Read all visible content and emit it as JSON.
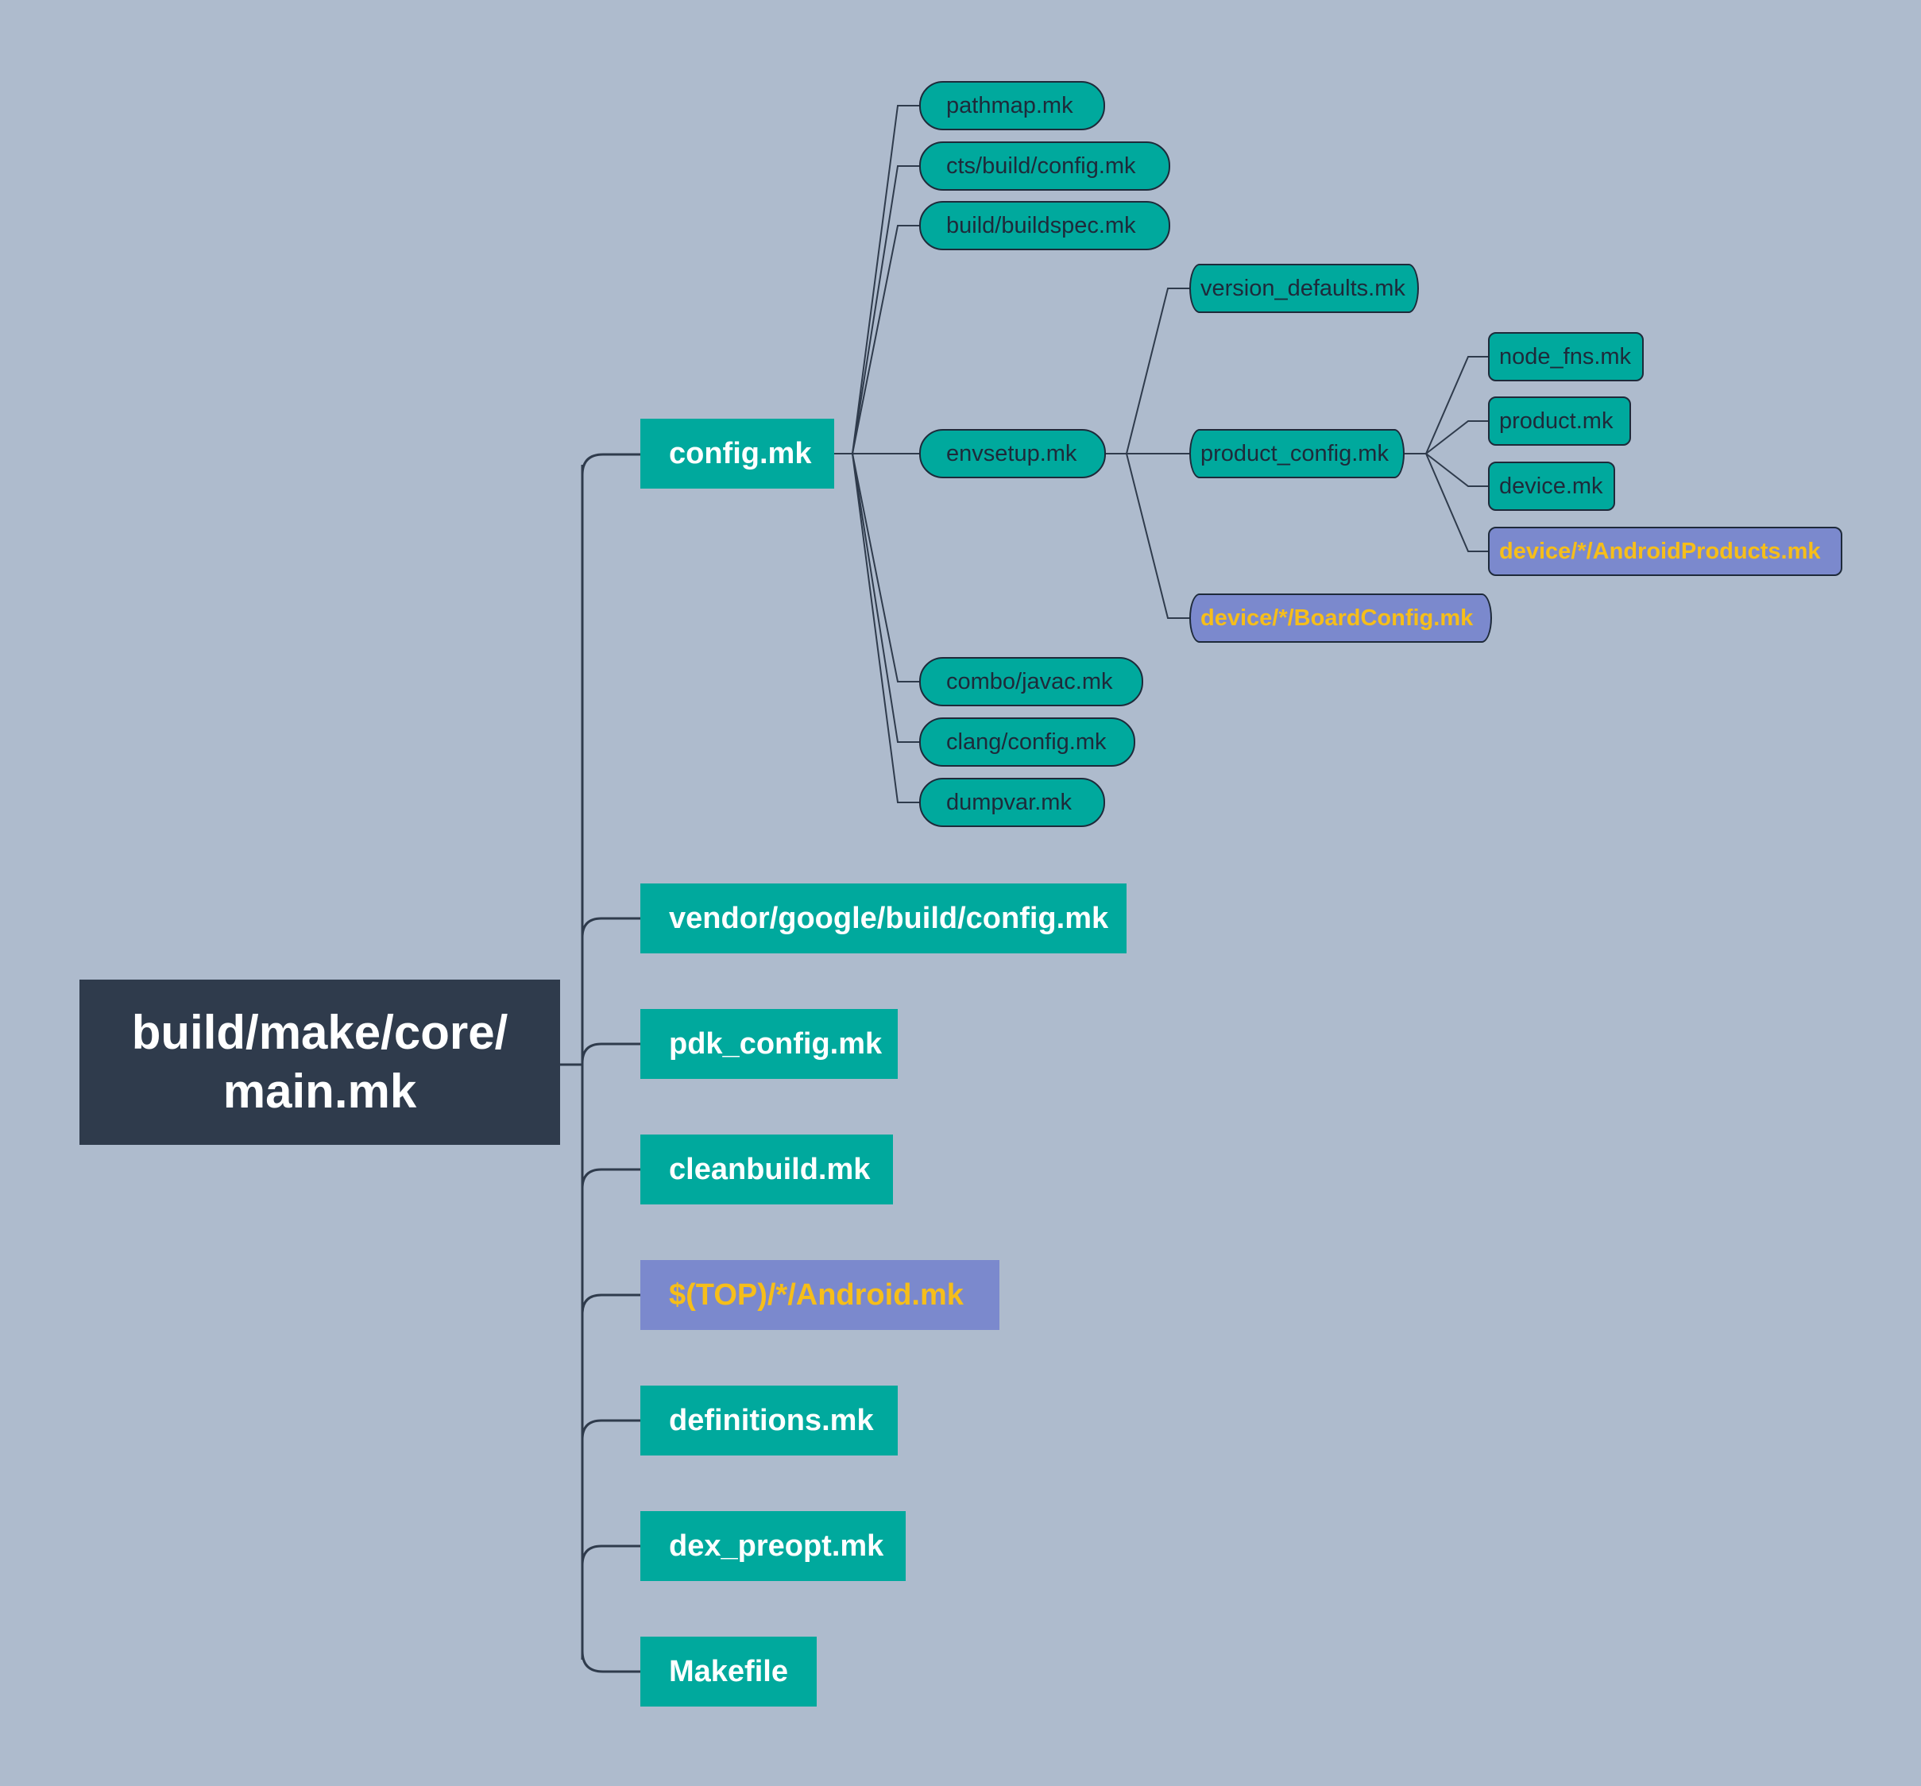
{
  "root": {
    "line1": "build/make/core/",
    "line2": "main.mk"
  },
  "level1": [
    {
      "label": "config.mk"
    },
    {
      "label": "vendor/google/build/config.mk"
    },
    {
      "label": "pdk_config.mk"
    },
    {
      "label": "cleanbuild.mk"
    },
    {
      "label": "$(TOP)/*/Android.mk"
    },
    {
      "label": "definitions.mk"
    },
    {
      "label": "dex_preopt.mk"
    },
    {
      "label": "Makefile"
    }
  ],
  "config_children": [
    {
      "label": "pathmap.mk"
    },
    {
      "label": "cts/build/config.mk"
    },
    {
      "label": "build/buildspec.mk"
    },
    {
      "label": "envsetup.mk"
    },
    {
      "label": "combo/javac.mk"
    },
    {
      "label": "clang/config.mk"
    },
    {
      "label": "dumpvar.mk"
    }
  ],
  "envsetup_children": [
    {
      "label": "version_defaults.mk"
    },
    {
      "label": "product_config.mk"
    },
    {
      "label": "device/*/BoardConfig.mk"
    }
  ],
  "product_config_children": [
    {
      "label": "node_fns.mk"
    },
    {
      "label": "product.mk"
    },
    {
      "label": "device.mk"
    },
    {
      "label": "device/*/AndroidProducts.mk"
    }
  ],
  "colors": {
    "background": "#aebbcd",
    "root": "#2f3b4c",
    "teal": "#00a99d",
    "purple": "#7b89cd",
    "highlight_text": "#f6be1a",
    "line": "#2f3b4c"
  }
}
